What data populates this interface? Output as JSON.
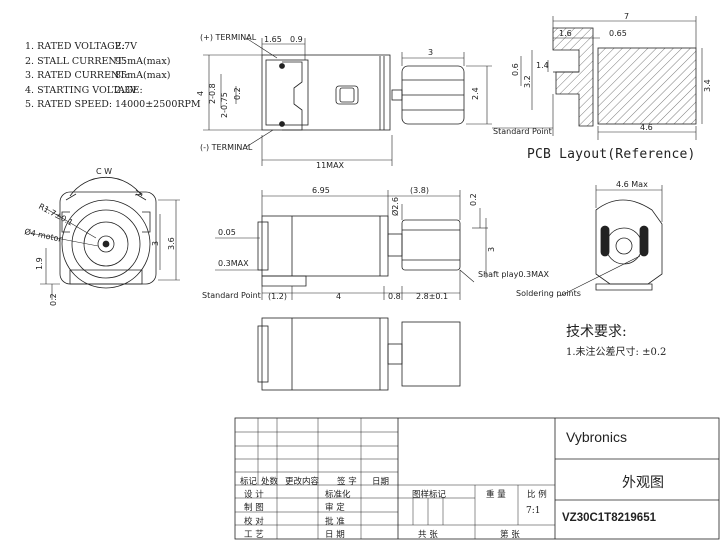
{
  "specs": [
    {
      "label": "1. RATED VOLTAGE:",
      "value": "2.7V"
    },
    {
      "label": "2. STALL CURRENT:",
      "value": "95mA(max)"
    },
    {
      "label": "3. RATED CURRENT:",
      "value": "85mA(max)"
    },
    {
      "label": "4. STARTING VOLTAGE:",
      "value": "2.3V"
    },
    {
      "label": "5. RATED SPEED:",
      "value": "14000±2500RPM"
    }
  ],
  "top_view": {
    "terminal_pos": "(+) TERMINAL",
    "terminal_neg": "(-) TERMINAL",
    "dim_165": "1.65",
    "dim_09": "0.9",
    "dim_3": "3",
    "dim_24": "2.4",
    "dim_4": "4",
    "dim_208": "2-0.8",
    "dim_2075": "2-0.75",
    "dim_02": "0.2",
    "dim_11max": "11MAX"
  },
  "pcb": {
    "title": "PCB Layout(Reference)",
    "dim_7": "7",
    "dim_16": "1.6",
    "dim_065": "0.65",
    "dim_06": "0.6",
    "dim_14": "1.4",
    "dim_32": "3.2",
    "dim_34": "3.4",
    "dim_46": "4.6",
    "standard_point": "Standard Point"
  },
  "end_view": {
    "cw": "C W",
    "r17": "R1.7±0.1",
    "d4": "Ø4 motor",
    "dim_19": "1.9",
    "dim_3": "3",
    "dim_36": "3.6",
    "dim_02": "0.2"
  },
  "side_view": {
    "dim_695": "6.95",
    "dim_38": "(3.8)",
    "dim_d26": "Ø2.6",
    "dim_02": "0.2",
    "dim_005": "0.05",
    "dim_03max": "0.3MAX",
    "dim_3": "3",
    "shaft_play": "Shaft play0.3MAX",
    "standard_point": "Standard Point",
    "dim_12": "(1.2)",
    "dim_4": "4",
    "dim_08": "0.8",
    "dim_28": "2.8±0.1"
  },
  "solder_view": {
    "dim_46max": "4.6 Max",
    "soldering_points": "Soldering points"
  },
  "tech": {
    "title": "技术要求:",
    "note": "1.未注公差尺寸: ±0.2"
  },
  "title_block": {
    "brand": "Vybronics",
    "drawing_title": "外观图",
    "drawing_no": "VZ30C1T8219651",
    "scale": "7:1",
    "rev_row": [
      "标记",
      "处数",
      "更改内容",
      "签 字",
      "日期"
    ],
    "left_labels": [
      "设 计",
      "制 图",
      "校 对",
      "工 艺"
    ],
    "mid_labels": [
      "标准化",
      "审 定",
      "批 准",
      "日 期"
    ],
    "col_labels": [
      "图样标记",
      "重 量",
      "比 例"
    ],
    "sheet_total": "共 张",
    "sheet_no": "第 张"
  }
}
